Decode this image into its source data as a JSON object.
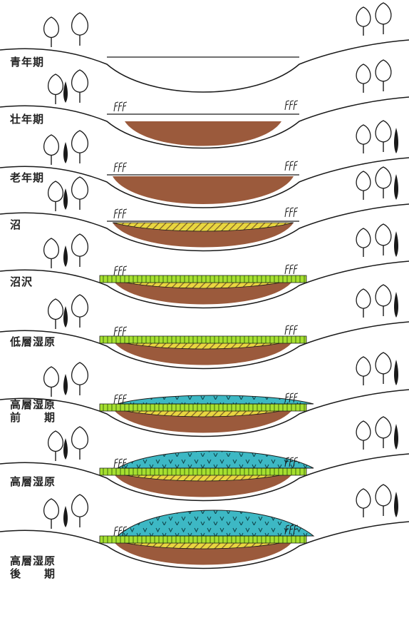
{
  "colors": {
    "background": "#ffffff",
    "line": "#1a1a1a",
    "peat_brown": "#9b5a3c",
    "sediment_yellow": "#e8d640",
    "sediment_hatch": "#7a5a2a",
    "sedge_green": "#a6e030",
    "sphagnum_teal": "#3db8c4"
  },
  "icons": {
    "tree": "deciduous-tree-icon",
    "cypress": "cypress-tree-icon",
    "reed": "reed-grass-icon"
  },
  "stages": [
    {
      "id": "youth",
      "label": "青年期",
      "layers": []
    },
    {
      "id": "maturity",
      "label": "壮年期",
      "layers": [
        "peat"
      ]
    },
    {
      "id": "old-age",
      "label": "老年期",
      "layers": [
        "peat"
      ]
    },
    {
      "id": "swamp",
      "label": "沼",
      "layers": [
        "peat",
        "sediment"
      ]
    },
    {
      "id": "marsh",
      "label": "沼沢",
      "layers": [
        "peat",
        "sediment",
        "sedge"
      ]
    },
    {
      "id": "low-moor",
      "label": "低層湿原",
      "layers": [
        "peat",
        "sediment",
        "sedge"
      ]
    },
    {
      "id": "high-early",
      "label": "高層湿原\n前　　期",
      "layers": [
        "peat",
        "sediment",
        "sedge",
        "sphagnum"
      ]
    },
    {
      "id": "high-moor",
      "label": "高層湿原",
      "layers": [
        "peat",
        "sediment",
        "sedge",
        "sphagnum"
      ]
    },
    {
      "id": "high-late",
      "label": "高層湿原\n後　　期",
      "layers": [
        "peat",
        "sediment",
        "sedge",
        "sphagnum"
      ]
    }
  ]
}
